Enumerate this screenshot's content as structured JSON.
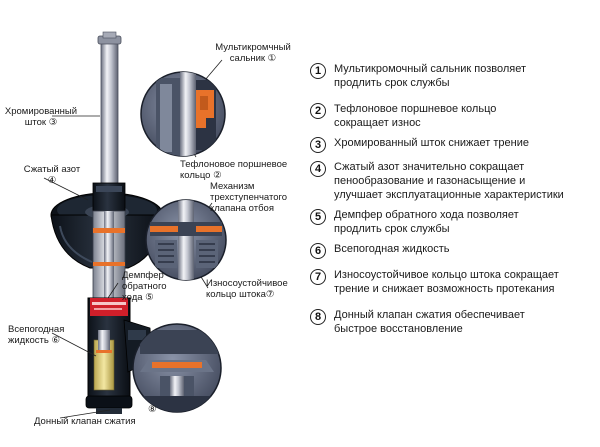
{
  "labels": {
    "seal": {
      "line1": "Мультикромчный",
      "line2": "сальник ①"
    },
    "rod": {
      "line1": "Хромированный",
      "line2": "шток ③"
    },
    "gas": {
      "line1": "Сжатый азот",
      "line2": "④"
    },
    "piston_ring": {
      "line1": "Тефлоновое поршневое",
      "line2": "кольцо ②"
    },
    "rebound_valve": {
      "line1": "Механизм",
      "line2": "трехступенчатого",
      "line3": "клапана отбоя"
    },
    "rebound_stop": {
      "line1": "Демпфер",
      "line2": "обратного",
      "line3": "хода ⑤"
    },
    "rod_ring": {
      "line1": "Износоустойчивое",
      "line2": "кольцо штока⑦"
    },
    "fluid": {
      "line1": "Всепогодная",
      "line2": "жидкость ⑥"
    },
    "base_valve": {
      "line1": "Донный клапан сжатия"
    },
    "base_valve_num": "⑧"
  },
  "legend": [
    {
      "num": "1",
      "lines": [
        "Мультикромочный сальник позволяет",
        "продлить срок службы"
      ]
    },
    {
      "num": "2",
      "lines": [
        "Тефлоновое поршневое кольцо",
        "сокращает износ"
      ]
    },
    {
      "num": "3",
      "lines": [
        "Хромированный шток снижает трение"
      ]
    },
    {
      "num": "4",
      "lines": [
        "Сжатый азот значительно сокращает",
        "пенообразование и газонасыщение и",
        "улучшает эксплуатационные характеристики"
      ]
    },
    {
      "num": "5",
      "lines": [
        "Демпфер обратного хода позволяет",
        "продлить срок службы"
      ]
    },
    {
      "num": "6",
      "lines": [
        "Всепогодная жидкость"
      ]
    },
    {
      "num": "7",
      "lines": [
        "Износоустойчивое кольцо штока сокращает",
        "трение и снижает возможность протекания"
      ]
    },
    {
      "num": "8",
      "lines": [
        "Донный клапан сжатия обеспечивает",
        "быстрое восстановление"
      ]
    }
  ],
  "colors": {
    "chrome": "#c9ccd6",
    "body": "#101820",
    "accent": "#e8722a",
    "label_red": "#d01f2a",
    "fluid": "#e8d98a",
    "inset_bg": "#5a6278"
  }
}
